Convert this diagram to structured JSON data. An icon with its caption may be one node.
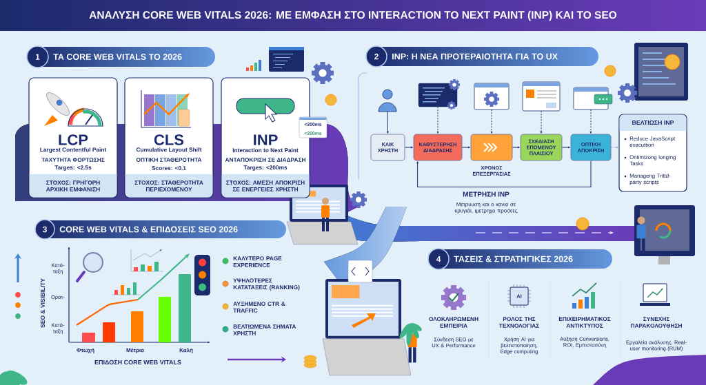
{
  "diagram": {
    "title": "ΑΝΑΛΥΣΗ CORE WEB VITALS 2026: ΜΕ ΕΜΦΑΣΗ ΣΤΟ INTERACTION TO NEXT PAINT (INP) ΚΑΙ ΤΟ SEO",
    "nodes": [
      {
        "text": [
          "1",
          "ΤΑ CORE WEB VITALS ΤΟ 2026"
        ]
      },
      {
        "text": [
          "LCP",
          "Largest Contentful Paint",
          "ΤΑΧΥΤΗΤΑ ΦΟΡΤΩΣΗΣ",
          "Targes: <2.5s",
          "ΣΤΟΧΟΣ: ΓΡΗΓΟΡΗ ΑΡΧΙΚΗ ΕΜΦΑΝΙΣΗ"
        ]
      },
      {
        "text": [
          "CLS",
          "Cumulative Layout Shift",
          "ΟΠΤΙΚΗ ΣΤΑΘΕΡΟΤΗΤΑ",
          "Scores: <0.1",
          "ΣΤΟΧΟΣ: ΣΤΑΘΕΡΟΤΗΤΑ ΠΕΡΙΕΧΟΜΕΝΟΥ"
        ]
      },
      {
        "text": [
          "INP",
          "Interaction to Next Paint",
          "ΑΝΤΑΠΟΚΡΙΣΗ ΣΕ ΔΙΑΔΡΑΣΗ",
          "Targes: <200ms",
          "ΣΤΟΧΟΣ: ΑΜΕΣΗ ΑΠΟΚΡΙΣΗ ΣΕ ΕΝΕΡΓΕΙΕΣ ΧΡΗΣΤΗ"
        ]
      },
      {
        "text": [
          "<200ms",
          "<200ms"
        ]
      },
      {
        "text": [
          "2",
          "INP: Η ΝΕΑ ΠΡΟΤΕΡΑΙΟΤΗΤΑ ΓΙΑ ΤΟ UX"
        ]
      },
      {
        "text": [],
        "shape": "person"
      },
      {
        "text": [],
        "shape": "picture"
      },
      {
        "text": [],
        "shape": "picture"
      },
      {
        "text": [],
        "shape": "picture"
      },
      {
        "text": [],
        "shape": "picture"
      },
      {
        "text": [
          "ΚΛΙΚ ΧΡΗΣΤΗ"
        ]
      },
      {
        "text": [
          "ΚΑΘΥΣΤΕΡΗΣΗ ΔΙΑΔΡΑΣΗΣ"
        ]
      },
      {
        "text": [],
        "shape": "box",
        "beside": [
          "ΧΡΟΝΟΣ ΕΠΕΞΕΡΓΑΣΙΑΣ"
        ]
      },
      {
        "text": [
          "ΣΧΕΔΙΑΣΗ ΕΠΟΜΕΝΟΥ ΠΛΑΙΣΙΟΥ"
        ]
      },
      {
        "text": [
          "ΟΠΤΙΚΗ ΑΠΟΚΡΙΣΗ"
        ]
      },
      {
        "text": [
          "ΒΕΛΤΙΩΣΗ INP",
          "Reduce JavaScript executtion",
          "Ontimizong longing Tasks",
          "Manageng Trittd- party scripts"
        ]
      },
      {
        "text": [
          "3",
          "CORE WEB VITALS & ΕΠΙΔΟΣΕΙΣ SEO 2026"
        ]
      },
      {
        "text": [
          "4",
          "ΤΑΣΕΙΣ & ΣΤΡΑΤΗΓΙΚΕΣ 2026"
        ]
      }
    ],
    "edges": [
      {
        "from": 6,
        "to": 11,
        "arrow": "to"
      },
      {
        "from": 7,
        "to": 12,
        "arrow": "to",
        "style": "dashed"
      },
      {
        "from": 8,
        "to": 13,
        "arrow": "to",
        "style": "dashed"
      },
      {
        "from": 9,
        "to": 14,
        "arrow": "to",
        "style": "dashed"
      },
      {
        "from": 10,
        "to": 15,
        "arrow": "to",
        "style": "dashed"
      },
      {
        "from": 11,
        "to": 12,
        "arrow": "to"
      },
      {
        "from": 12,
        "to": 13,
        "arrow": "to"
      },
      {
        "from": 13,
        "to": 14,
        "arrow": "to"
      },
      {
        "from": 14,
        "to": 15,
        "arrow": "to"
      },
      {
        "from": 15,
        "to": 16,
        "arrow": "to",
        "style": "dashed",
        "color": "#8aa6c8"
      },
      {
        "from": 15,
        "to": 12,
        "arrow": "to"
      }
    ],
    "labels": [
      "ΜΕΤΡΗΣΗ INP",
      "Μετρυυση και ο κανιο σε κρυγιάι, ιμετρηχο προσεες",
      "Κατά- ταξη",
      "SEO & VISIBILITY",
      "Ορατ-",
      "Κατά- ταξη",
      "Φτωχή",
      "Μέτρια",
      "Καλή",
      "ΕΠΙΔΟΣΗ CORE WEB VITALS",
      "AI",
      "ΟΛΟΚΛΗΡΩΜΕΝΗ ΕΜΠΕΙΡΙΑ",
      "Σύνδεση SEO με UX & Performance",
      "ΡΟΛΟΣ ΤΗΣ ΤΕΧΝΟΛΟΓΙΑΣ",
      "Χρήση AI για βελτιστοποίηση, Edge computing",
      "ΕΠΙΧΕΙΡΗΜΑΤΙΚΟΣ ΑΝΤΙΚΤΥΠΟΣ",
      "Αύξηση Conversions, ROI, Εμπιστοσύνη",
      "ΣΥΝΕΧΗΣ ΠΑΡΑΚΟΛΟΥΘΗΣΗ",
      "Εργαλεία ανάλυσης, Real-user monitoring (RUM)"
    ],
    "legend": [
      {
        "text": "ΚΑΛΥΤΕΡΟ PAGE EXPERIENCE",
        "color": "#3cbf63"
      },
      {
        "text": "ΥΨΗΛΟΤΕΡΕΣ ΚΑΤΑΤΑΞΕΙΣ (RANKING)",
        "color": "#f5913a"
      },
      {
        "text": "ΑΥΞΗΜΕΝΟ CTR & TRAFFIC",
        "color": "#f2b233"
      },
      {
        "text": "ΒΕΛΤΙΩΜΕΝΑ ΣΗΜΑΤΑ ΧΡΗΣΤΗ",
        "color": "#2fae8a"
      }
    ]
  }
}
